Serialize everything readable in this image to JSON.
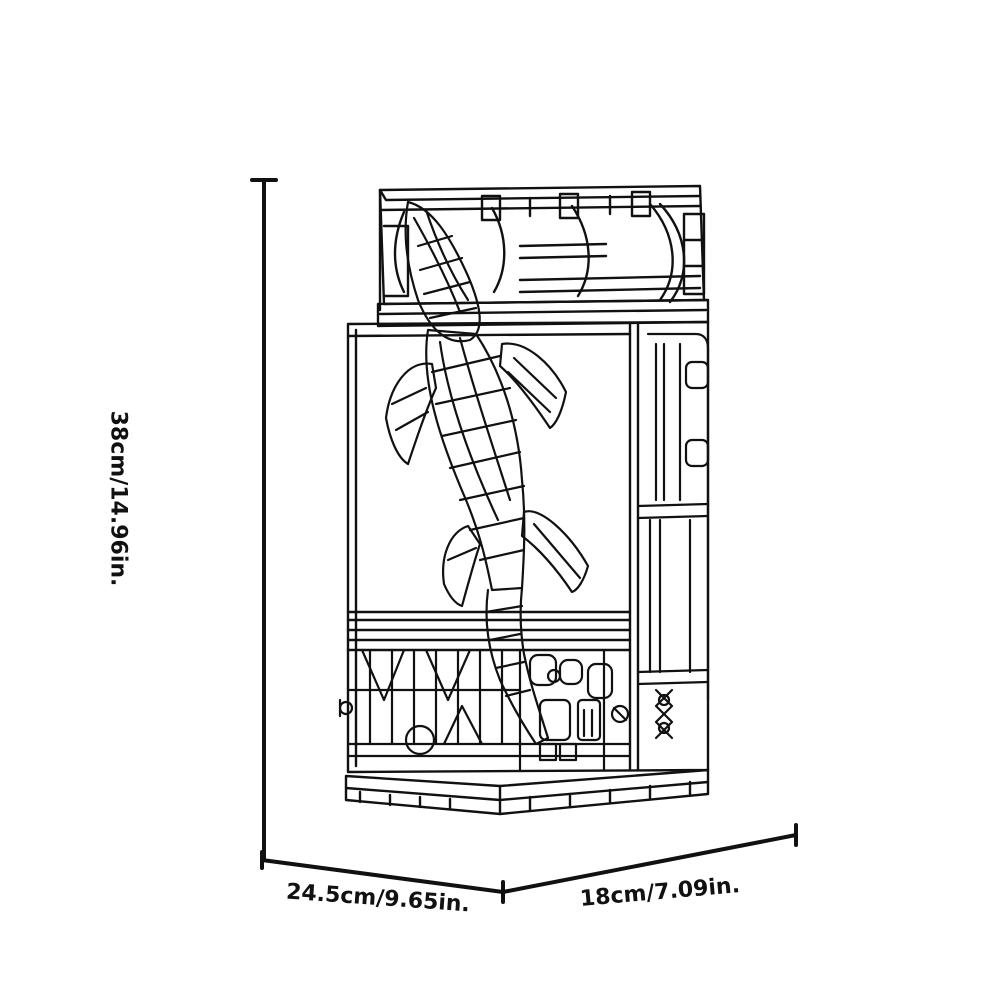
{
  "dimensions": {
    "height_label": "38cm/14.96in.",
    "width_label": "24.5cm/9.65in.",
    "depth_label": "18cm/7.09in."
  },
  "colors": {
    "line": "#111111",
    "background": "#ffffff"
  },
  "subject": {
    "icon": "mosasaur-aquarium-brick-model-icon"
  }
}
